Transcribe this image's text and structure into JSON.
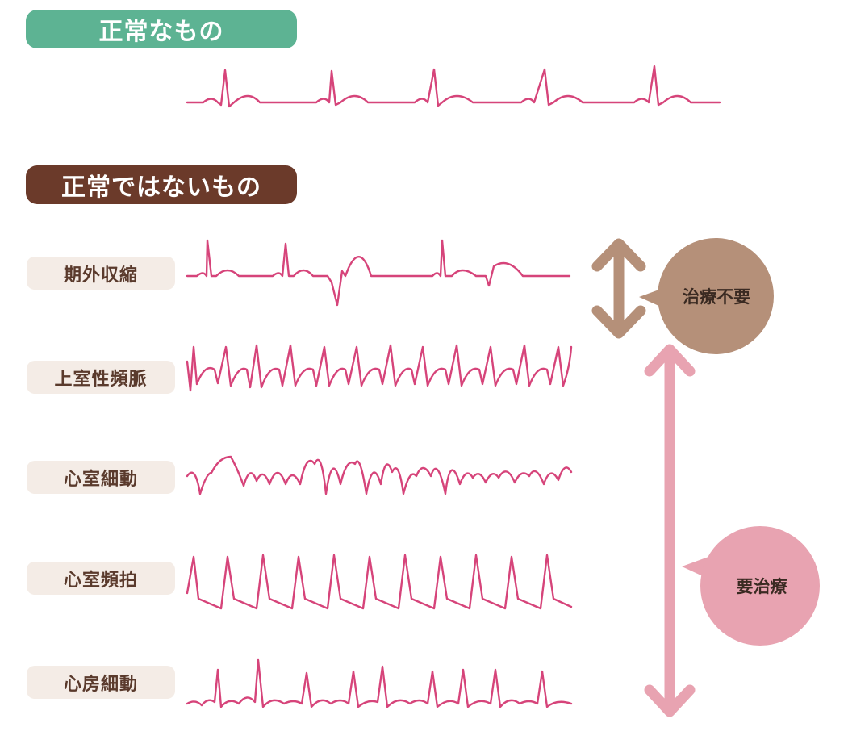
{
  "headers": {
    "normal": "正常なもの",
    "abnormal": "正常ではないもの"
  },
  "rows": [
    {
      "label": "期外収縮"
    },
    {
      "label": "上室性頻脈"
    },
    {
      "label": "心室細動"
    },
    {
      "label": "心室頻拍"
    },
    {
      "label": "心房細動"
    }
  ],
  "callouts": {
    "no_treatment": "治療不要",
    "needs_treatment": "要治療"
  },
  "colors": {
    "wave": "#d6447a",
    "normal_header": "#5db393",
    "abnormal_header": "#6b3a2a",
    "label_bg": "#f4ece6",
    "no_treatment": "#b59079",
    "needs_treatment": "#e8a3b1"
  }
}
